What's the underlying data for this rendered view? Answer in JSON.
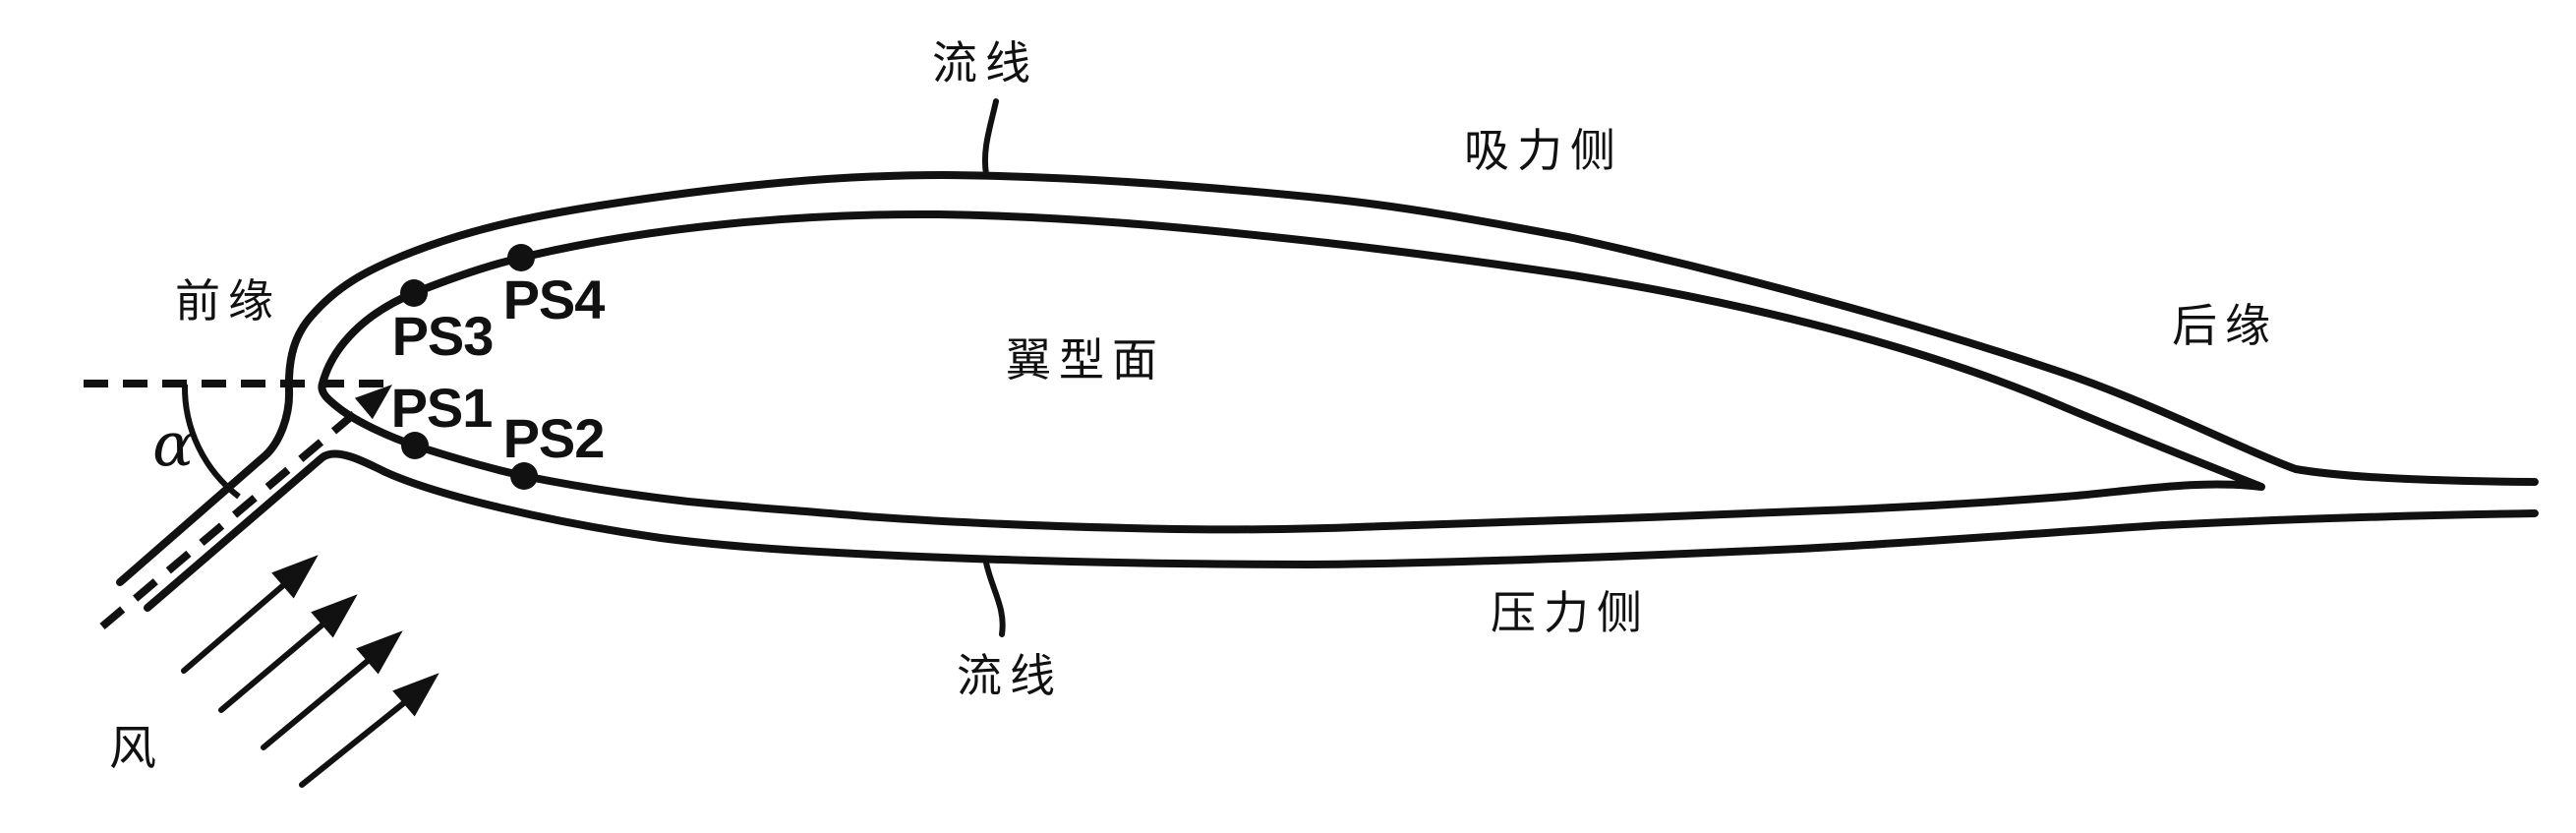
{
  "diagram": {
    "kind": "airfoil-flow-diagram",
    "labels": {
      "streamline_top": "流线",
      "streamline_bottom": "流线",
      "suction_side": "吸力侧",
      "pressure_side": "压力侧",
      "leading_edge": "前缘",
      "trailing_edge": "后缘",
      "airfoil_surface": "翼型面",
      "wind": "风",
      "angle_of_attack": "α"
    },
    "sensors": [
      {
        "label": "PS1"
      },
      {
        "label": "PS2"
      },
      {
        "label": "PS3"
      },
      {
        "label": "PS4"
      }
    ],
    "colors": {
      "line": "#111111",
      "background": "#ffffff"
    }
  }
}
